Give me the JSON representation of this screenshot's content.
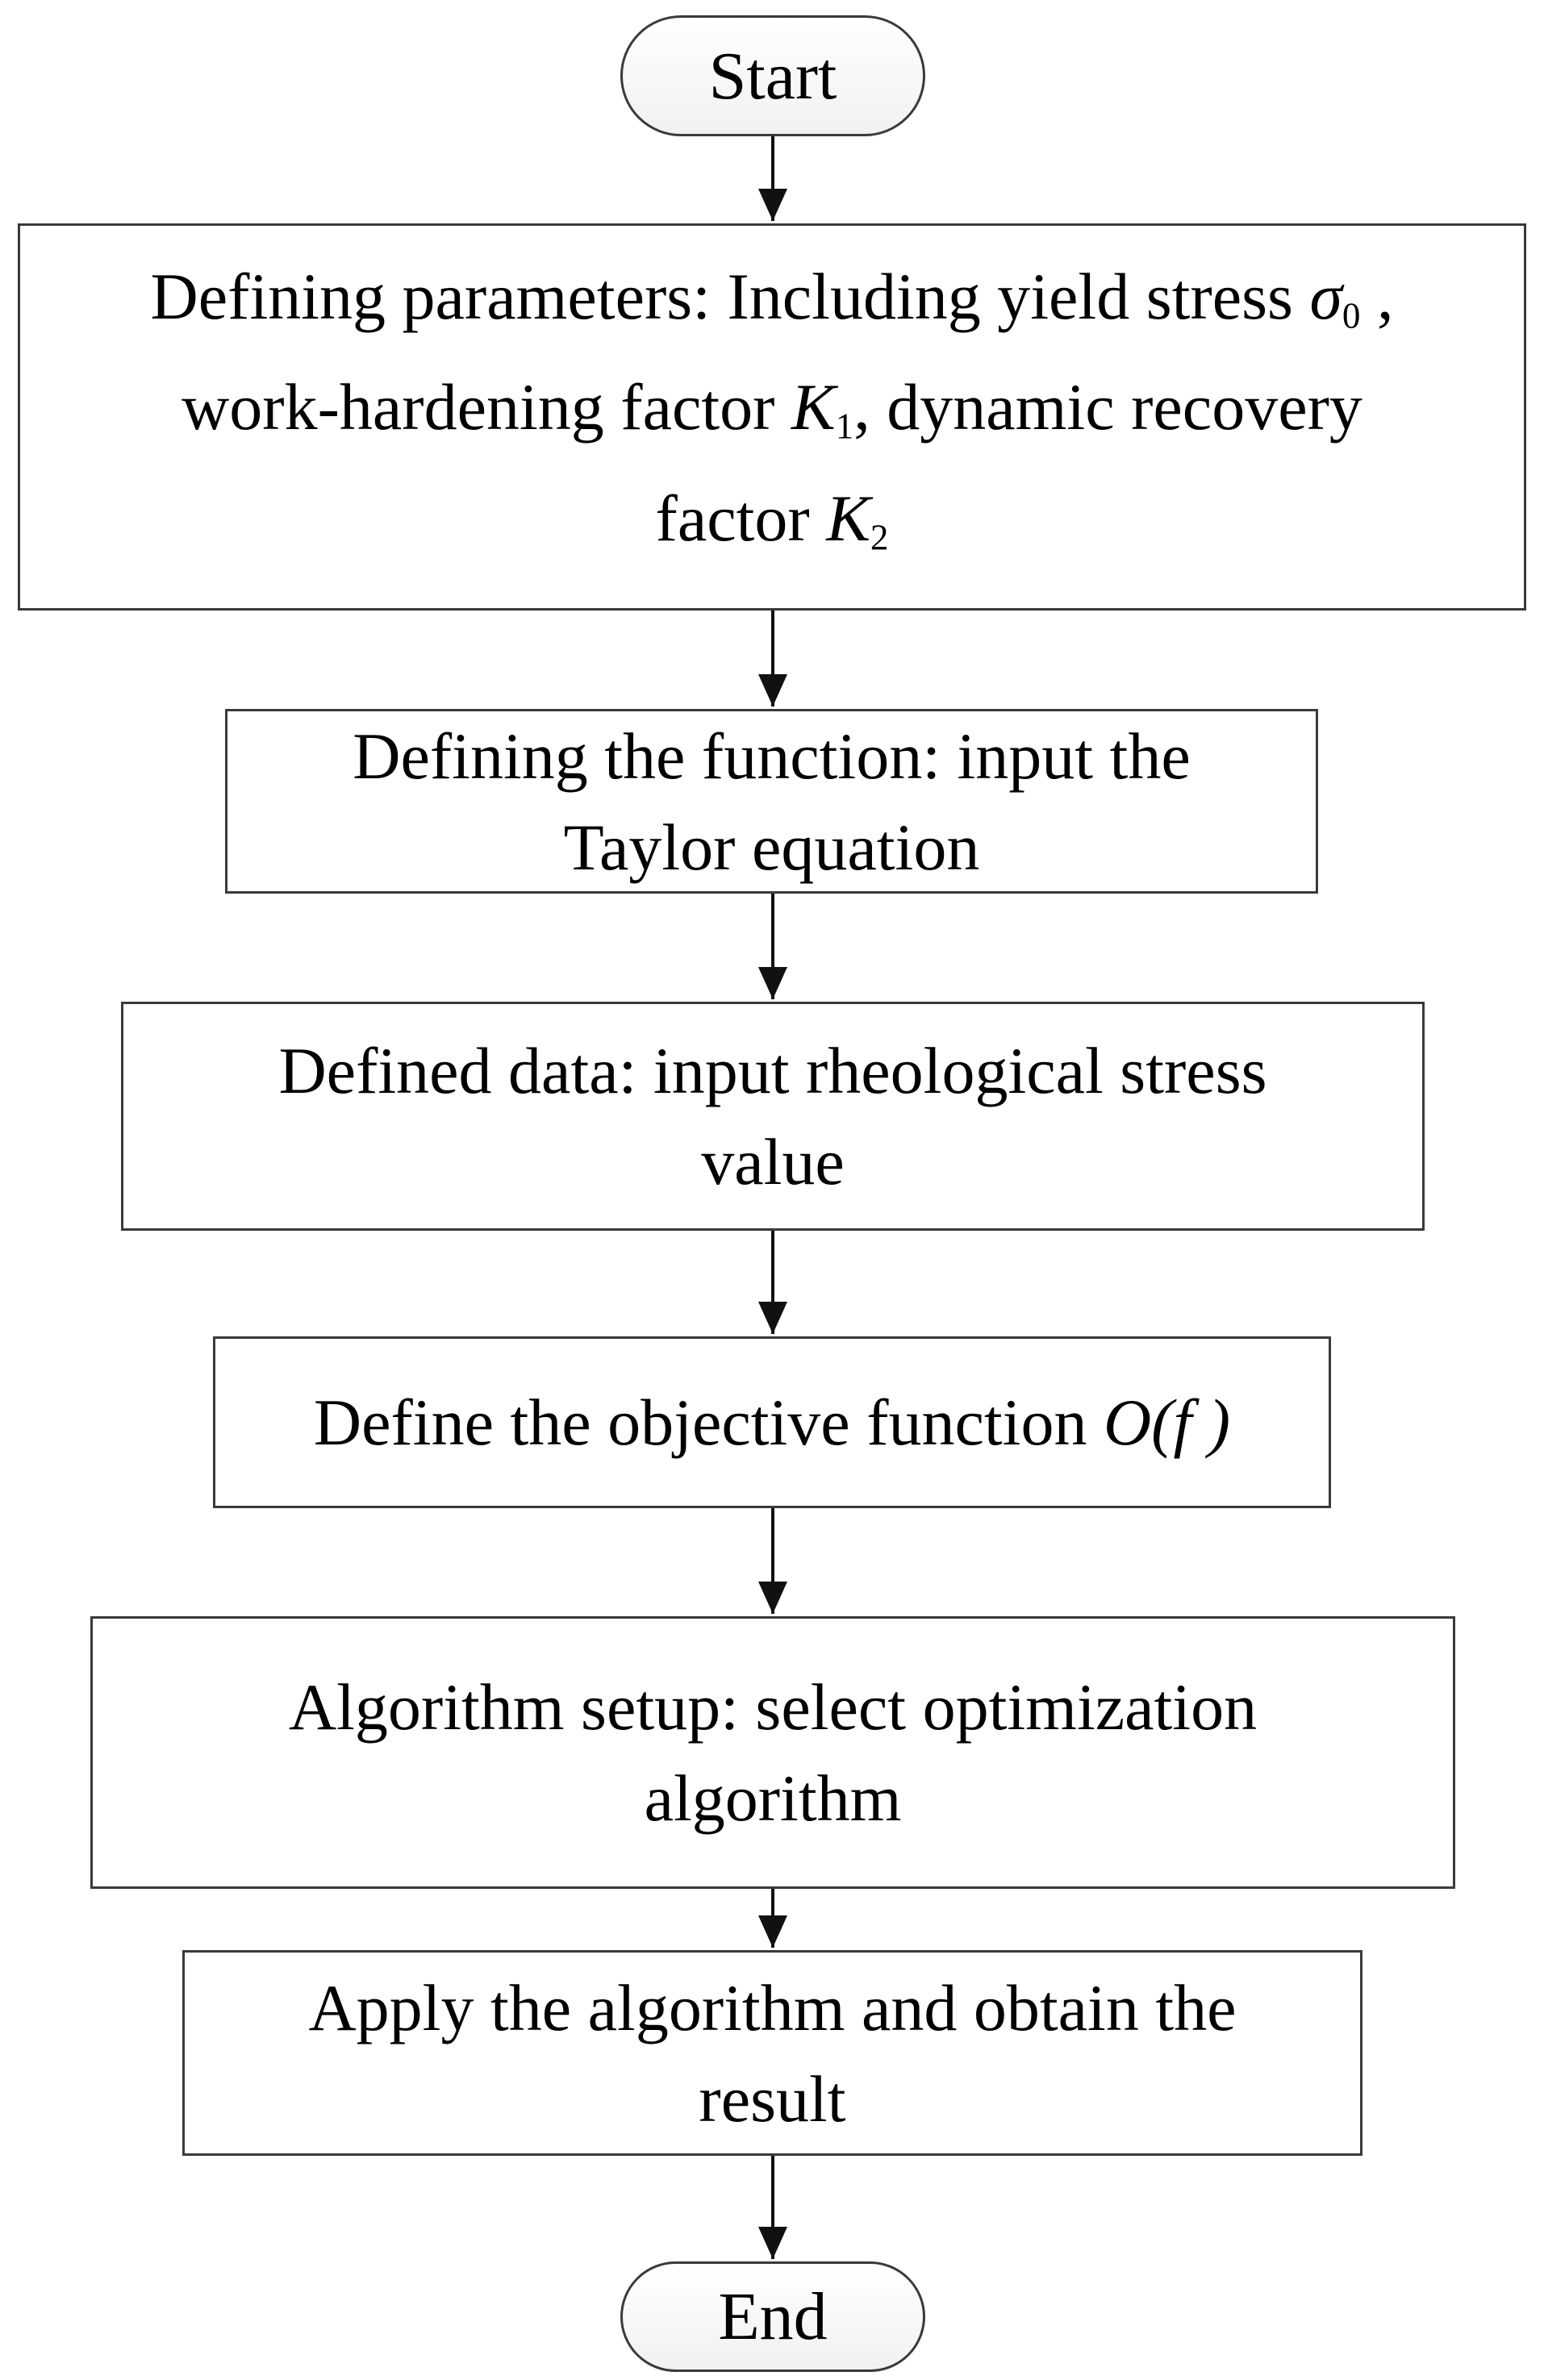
{
  "diagram": {
    "start": "Start",
    "end": "End",
    "steps": [
      {
        "line1": "Defining parameters: Including yield stress ",
        "sym_a": "σ",
        "sub_a": "0",
        "line1_end": " ,",
        "line2": "work-hardening factor ",
        "sym_b": "K",
        "sub_b": "1",
        "line2_mid": ", dynamic recovery",
        "line3": "factor ",
        "sym_c": "K",
        "sub_c": "2"
      },
      {
        "line1": "Defining the function: input the",
        "line2": "Taylor equation"
      },
      {
        "line1": "Defined data: input rheological stress",
        "line2": "value"
      },
      {
        "text": "Define the objective function ",
        "sym": "O(f )"
      },
      {
        "line1": "Algorithm setup: select optimization",
        "line2": "algorithm"
      },
      {
        "line1": "Apply the algorithm and obtain the",
        "line2": "result"
      }
    ]
  }
}
